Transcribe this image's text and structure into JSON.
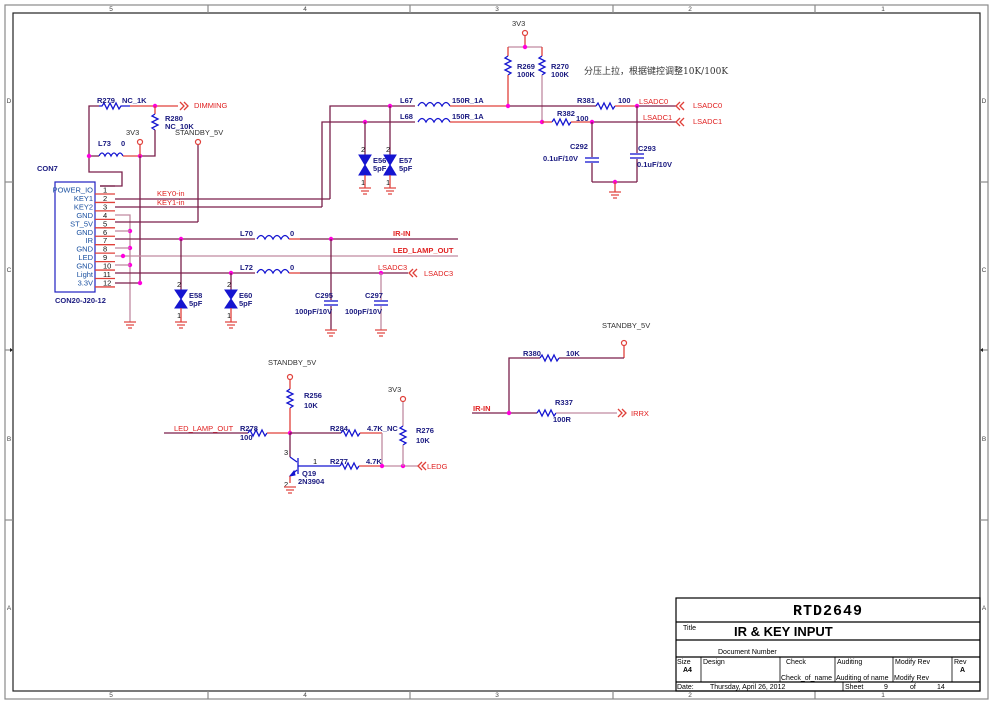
{
  "frame": {
    "columns": [
      "5",
      "4",
      "3",
      "2",
      "1"
    ],
    "rows": [
      "D",
      "C",
      "B",
      "A"
    ]
  },
  "note": "分压上拉，根据键控调整10K/100K",
  "connector": {
    "ref": "CON7",
    "part": "CON20-J20-12",
    "pins": [
      {
        "num": "1",
        "name": "POWER_IO"
      },
      {
        "num": "2",
        "name": "KEY1"
      },
      {
        "num": "3",
        "name": "KEY2"
      },
      {
        "num": "4",
        "name": "GND"
      },
      {
        "num": "5",
        "name": "ST_5V"
      },
      {
        "num": "6",
        "name": "GND"
      },
      {
        "num": "7",
        "name": "IR"
      },
      {
        "num": "8",
        "name": "GND"
      },
      {
        "num": "9",
        "name": "LED"
      },
      {
        "num": "10",
        "name": "GND"
      },
      {
        "num": "11",
        "name": "Light"
      },
      {
        "num": "12",
        "name": "3.3V"
      }
    ]
  },
  "components": {
    "r279": {
      "ref": "R279",
      "value": "NC_1K"
    },
    "r280": {
      "ref": "R280",
      "value": "NC_10K"
    },
    "l73": {
      "ref": "L73",
      "value": "0"
    },
    "l67": {
      "ref": "L67",
      "value": "150R_1A"
    },
    "l68": {
      "ref": "L68",
      "value": "150R_1A"
    },
    "r269": {
      "ref": "R269",
      "value": "100K"
    },
    "r270": {
      "ref": "R270",
      "value": "100K"
    },
    "r381": {
      "ref": "R381",
      "value": "100"
    },
    "r382": {
      "ref": "R382",
      "value": "100"
    },
    "c292": {
      "ref": "C292",
      "value": "0.1uF/10V"
    },
    "c293": {
      "ref": "C293",
      "value": "0.1uF/10V"
    },
    "e56": {
      "ref": "E56",
      "value": "5pF"
    },
    "e57": {
      "ref": "E57",
      "value": "5pF"
    },
    "l70": {
      "ref": "L70",
      "value": "0"
    },
    "l72": {
      "ref": "L72",
      "value": "0"
    },
    "e58": {
      "ref": "E58",
      "value": "5pF"
    },
    "e60": {
      "ref": "E60",
      "value": "5pF"
    },
    "c295": {
      "ref": "C295",
      "value": "100pF/10V"
    },
    "c297": {
      "ref": "C297",
      "value": "100pF/10V"
    },
    "r380": {
      "ref": "R380",
      "value": "10K"
    },
    "r337": {
      "ref": "R337",
      "value": "100R"
    },
    "r256": {
      "ref": "R256",
      "value": "10K"
    },
    "r278": {
      "ref": "R278",
      "value": "100"
    },
    "r284": {
      "ref": "R284",
      "value": "4.7K_NC"
    },
    "r277": {
      "ref": "R277",
      "value": "4.7K"
    },
    "r276": {
      "ref": "R276",
      "value": "10K"
    },
    "q19": {
      "ref": "Q19",
      "value": "2N3904"
    }
  },
  "nets": {
    "v3v3": "3V3",
    "standby": "STANDBY_5V",
    "dimming": "DIMMING",
    "key0": "KEY0-in",
    "key1": "KEY1-in",
    "lsadc0": "LSADC0",
    "lsadc1": "LSADC1",
    "lsadc3": "LSADC3",
    "irin": "IR-IN",
    "ledlamp": "LED_LAMP_OUT",
    "ledlamp2": "LED_LAMP_OUT",
    "irrx": "IRRX",
    "ledg": "LEDG"
  },
  "pin_numbers": {
    "one": "1",
    "two": "2",
    "three": "3"
  },
  "title_block": {
    "project": "RTD2649",
    "title_label": "Title",
    "title": "IR & KEY INPUT",
    "doc_number_label": "Document Number",
    "size_label": "Size",
    "size": "A4",
    "design_label": "Design",
    "check_label": "Check",
    "check_name": "Check_of_name",
    "auditing_label": "Auditing",
    "auditing_name": "Auditing of name",
    "modify_label": "Modify Rev",
    "modify_value": "Modify Rev",
    "rev_label": "Rev",
    "rev": "A",
    "date_label": "Date:",
    "date": "Thursday, April 26, 2012",
    "sheet_label": "Sheet",
    "sheet": "9",
    "of_label": "of",
    "total": "14"
  }
}
